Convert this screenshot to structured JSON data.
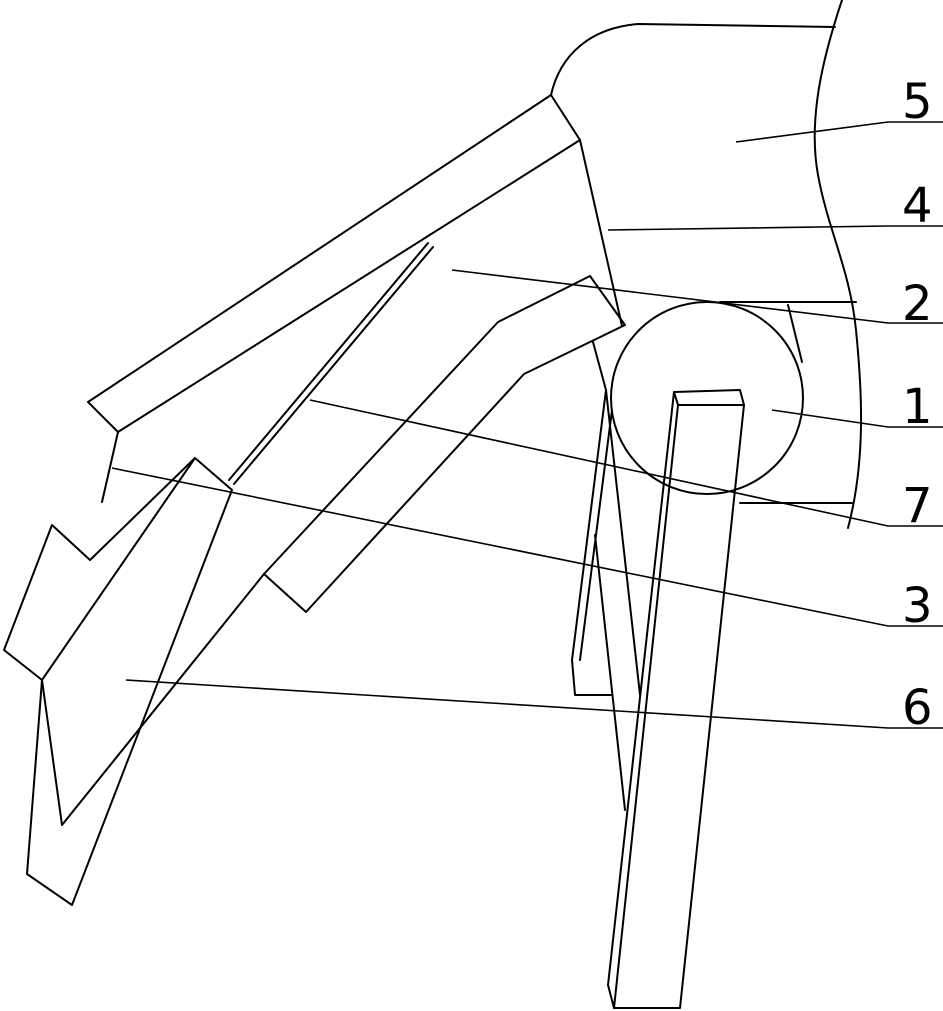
{
  "callouts": [
    {
      "id": "5",
      "text": "5"
    },
    {
      "id": "4",
      "text": "4"
    },
    {
      "id": "2",
      "text": "2"
    },
    {
      "id": "1",
      "text": "1"
    },
    {
      "id": "7",
      "text": "7"
    },
    {
      "id": "3",
      "text": "3"
    },
    {
      "id": "6",
      "text": "6"
    }
  ],
  "colors": {
    "line": "#000000",
    "background": "#ffffff"
  }
}
